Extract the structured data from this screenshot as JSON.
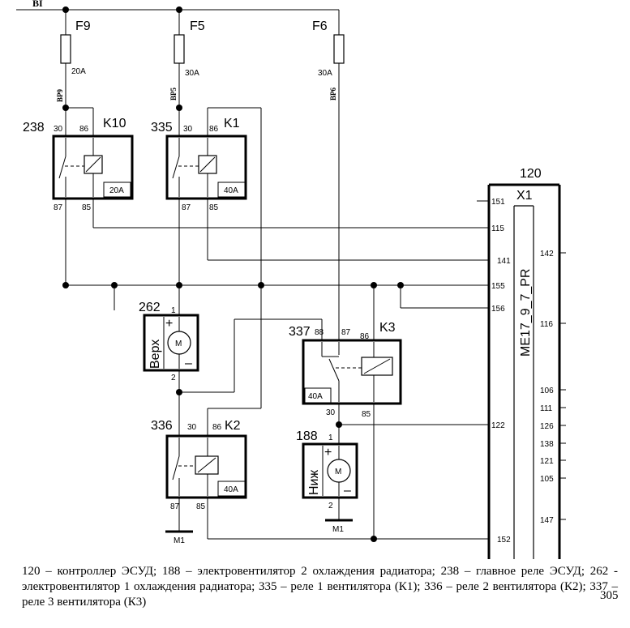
{
  "rail": {
    "label": "BI"
  },
  "fuses": [
    {
      "id": "F9",
      "rating": "20A",
      "connector": "BP9"
    },
    {
      "id": "F5",
      "rating": "30A",
      "connector": "BP5"
    },
    {
      "id": "F6",
      "rating": "30A",
      "connector": "BP6"
    }
  ],
  "relays": {
    "k10": {
      "ref": "238",
      "name": "K10",
      "pin_a": "30",
      "pin_b": "86",
      "pin_c": "87",
      "pin_d": "85",
      "rating": "20A"
    },
    "k1": {
      "ref": "335",
      "name": "K1",
      "pin_a": "30",
      "pin_b": "86",
      "pin_c": "87",
      "pin_d": "85",
      "rating": "40A"
    },
    "k2": {
      "ref": "336",
      "name": "K2",
      "pin_a": "30",
      "pin_b": "86",
      "pin_c": "87",
      "pin_d": "85",
      "rating": "40A"
    },
    "k3": {
      "ref": "337",
      "name": "K3",
      "pin_a": "88",
      "pin_b": "87",
      "pin_c": "86",
      "pin_d": "30",
      "pin_e": "85",
      "rating": "40A"
    }
  },
  "motors": {
    "m262": {
      "ref": "262",
      "speed": "Верх",
      "pin_top": "1",
      "pin_bottom": "2",
      "symbol": "M"
    },
    "m188": {
      "ref": "188",
      "speed": "Ниж",
      "pin_top": "1",
      "pin_bottom": "2",
      "symbol": "M"
    }
  },
  "grounds": {
    "g1": "M1",
    "g2": "M1"
  },
  "controller": {
    "ref": "120",
    "connector": "X1",
    "model": "ME17_9_7_PR",
    "left_pins": [
      "151",
      "115",
      "141",
      "155",
      "156",
      "122",
      "152"
    ],
    "right_pins": [
      "142",
      "116",
      "106",
      "111",
      "126",
      "138",
      "121",
      "105",
      "147"
    ]
  },
  "caption": "120 – контроллер ЭСУД; 188 – электровентилятор 2 охлаждения радиатора; 238 – главное реле ЭСУД; 262 - электровентилятор 1 охлаждения радиатора; 335 – реле 1 вентилятора (К1); 336 – реле 2 вентилятора (К2); 337 – реле 3 вентилятора (К3)",
  "page_number": "305"
}
